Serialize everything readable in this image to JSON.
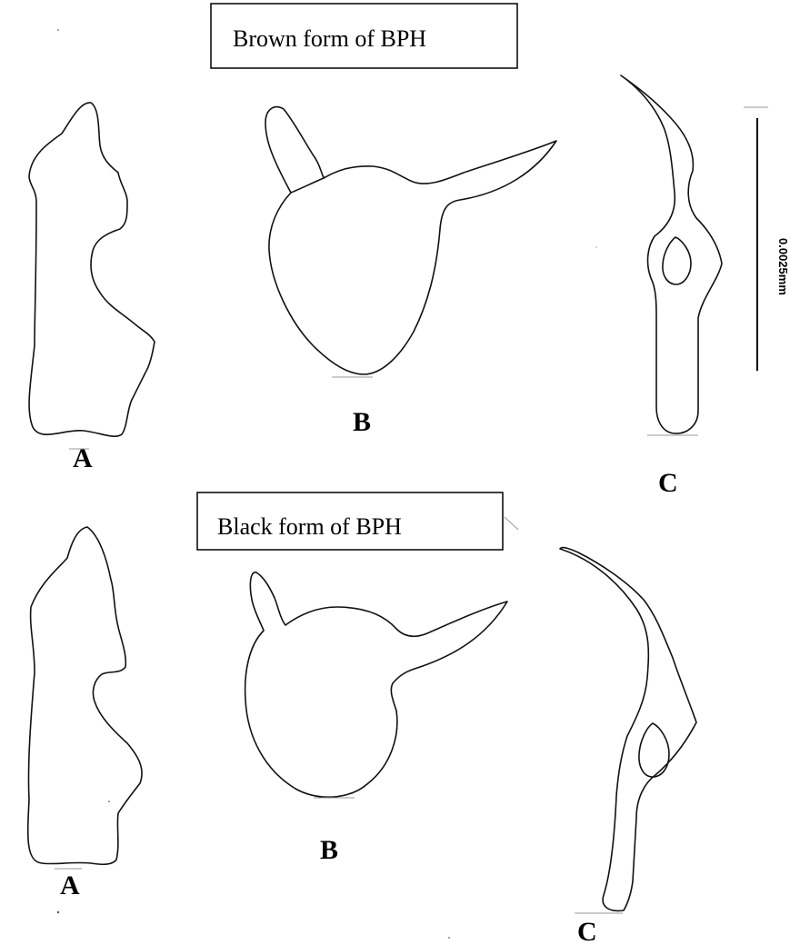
{
  "panels": {
    "brown": {
      "title": "Brown form of BPH",
      "labels": {
        "a": "A",
        "b": "B",
        "c": "C"
      }
    },
    "black": {
      "title": "Black form of BPH",
      "labels": {
        "a": "A",
        "b": "B",
        "c": "C"
      }
    }
  },
  "scale_bar": {
    "label": "0.0025mm"
  }
}
